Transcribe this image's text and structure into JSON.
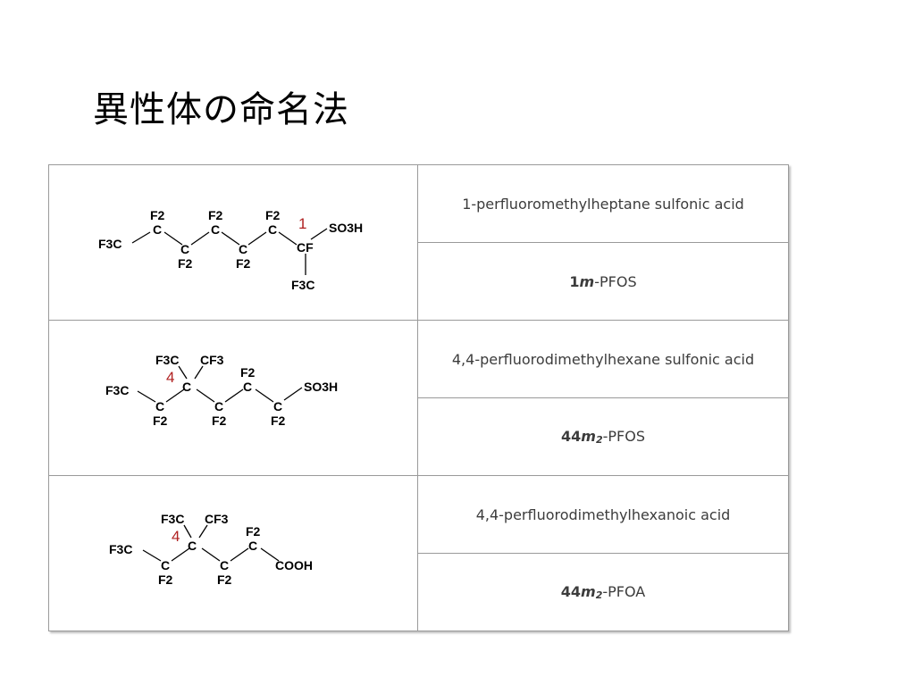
{
  "title": "異性体の命名法",
  "rows": [
    {
      "structure": {
        "icon": "molecule-1m-pfos",
        "groups": {
          "end": "F3C",
          "cf2": "F2",
          "head": "SO3H",
          "branch_c": "CF",
          "branch_group": "F3C",
          "c": "C"
        },
        "locant": "1"
      },
      "iupac_name": "1-perfluoromethylheptane sulfonic acid",
      "abbr": {
        "prefix": "1",
        "m": "m",
        "subscript": "",
        "suffix": "-PFOS"
      }
    },
    {
      "structure": {
        "icon": "molecule-44m2-pfos",
        "groups": {
          "end": "F3C",
          "cf2": "F2",
          "head": "SO3H",
          "branch_a": "F3C",
          "branch_b": "CF3",
          "c": "C"
        },
        "locant": "4"
      },
      "iupac_name": "4,4-perfluorodimethylhexane sulfonic acid",
      "abbr": {
        "prefix": "44",
        "m": "m",
        "subscript": "2",
        "suffix": "-PFOS"
      }
    },
    {
      "structure": {
        "icon": "molecule-44m2-pfoa",
        "groups": {
          "end": "F3C",
          "cf2": "F2",
          "head": "COOH",
          "branch_a": "F3C",
          "branch_b": "CF3",
          "c": "C"
        },
        "locant": "4"
      },
      "iupac_name": "4,4-perfluorodimethylhexanoic acid",
      "abbr": {
        "prefix": "44",
        "m": "m",
        "subscript": "2",
        "suffix": "-PFOA"
      }
    }
  ]
}
